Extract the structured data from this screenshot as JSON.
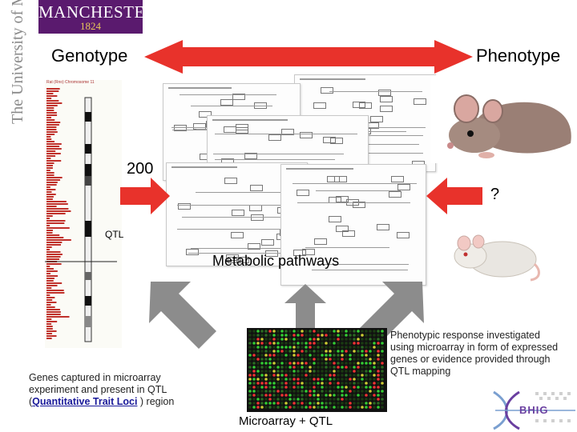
{
  "logo": {
    "name": "MANCHESTER",
    "year": "1824"
  },
  "university": {
    "vertical_text": "The University of Manchester"
  },
  "labels": {
    "genotype": "Genotype",
    "phenotype": "Phenotype",
    "count": "200",
    "question": "?",
    "qtl": "QTL",
    "metabolic": "Metabolic pathways",
    "microarray": "Microarray + QTL"
  },
  "captions": {
    "left_line1": "Genes captured in microarray",
    "left_line2": "experiment and present in QTL",
    "left_open": "(",
    "left_link": "Quantitative Trait Loci",
    "left_close": " ) region",
    "right": "Phenotypic response investigated using microarray in form of expressed genes or evidence provided through QTL mapping"
  },
  "bhig": {
    "text": "BHIG"
  },
  "chromosome": {
    "title": "Rat (Rno)   Chromosome 11"
  },
  "colors": {
    "arrow_red": "#e8322b",
    "arrow_grey": "#8c8c8c",
    "logo_purple": "#5a1a6e"
  }
}
